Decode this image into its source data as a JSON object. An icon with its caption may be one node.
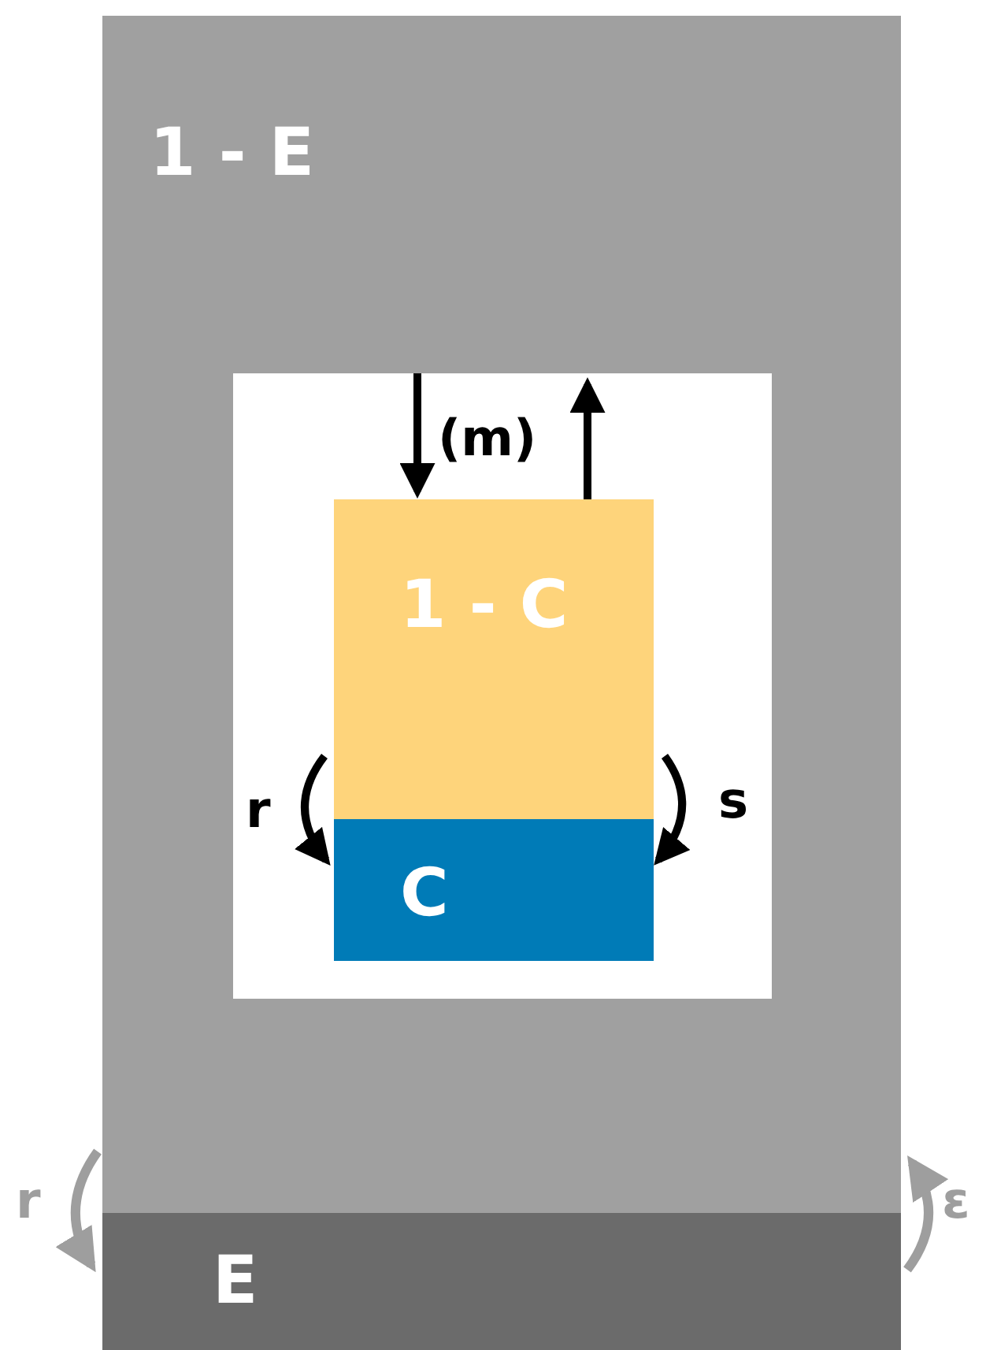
{
  "diagram": {
    "nodes": [
      {
        "text": [
          "1 - E"
        ]
      },
      {
        "text": [
          "E"
        ]
      },
      {
        "text": [],
        "shape": "box",
        "in": 0
      },
      {
        "text": [
          "1 - C"
        ],
        "in": 2
      },
      {
        "text": [
          "C"
        ],
        "in": 2
      }
    ],
    "edges": [
      {
        "from": null,
        "to": 3,
        "arrow": "to"
      },
      {
        "from": 3,
        "to": null,
        "arrow": "to"
      },
      {
        "from": 3,
        "to": 4,
        "arrow": "to",
        "label": "r"
      },
      {
        "from": 3,
        "to": 4,
        "arrow": "to",
        "label": "s"
      },
      {
        "from": 0,
        "to": 1,
        "arrow": "to",
        "label": "r",
        "color": "#9e9e9e"
      },
      {
        "from": 1,
        "to": 0,
        "arrow": "to",
        "label": "ε",
        "color": "#9e9e9e"
      }
    ],
    "labels": [
      "(m)"
    ]
  }
}
